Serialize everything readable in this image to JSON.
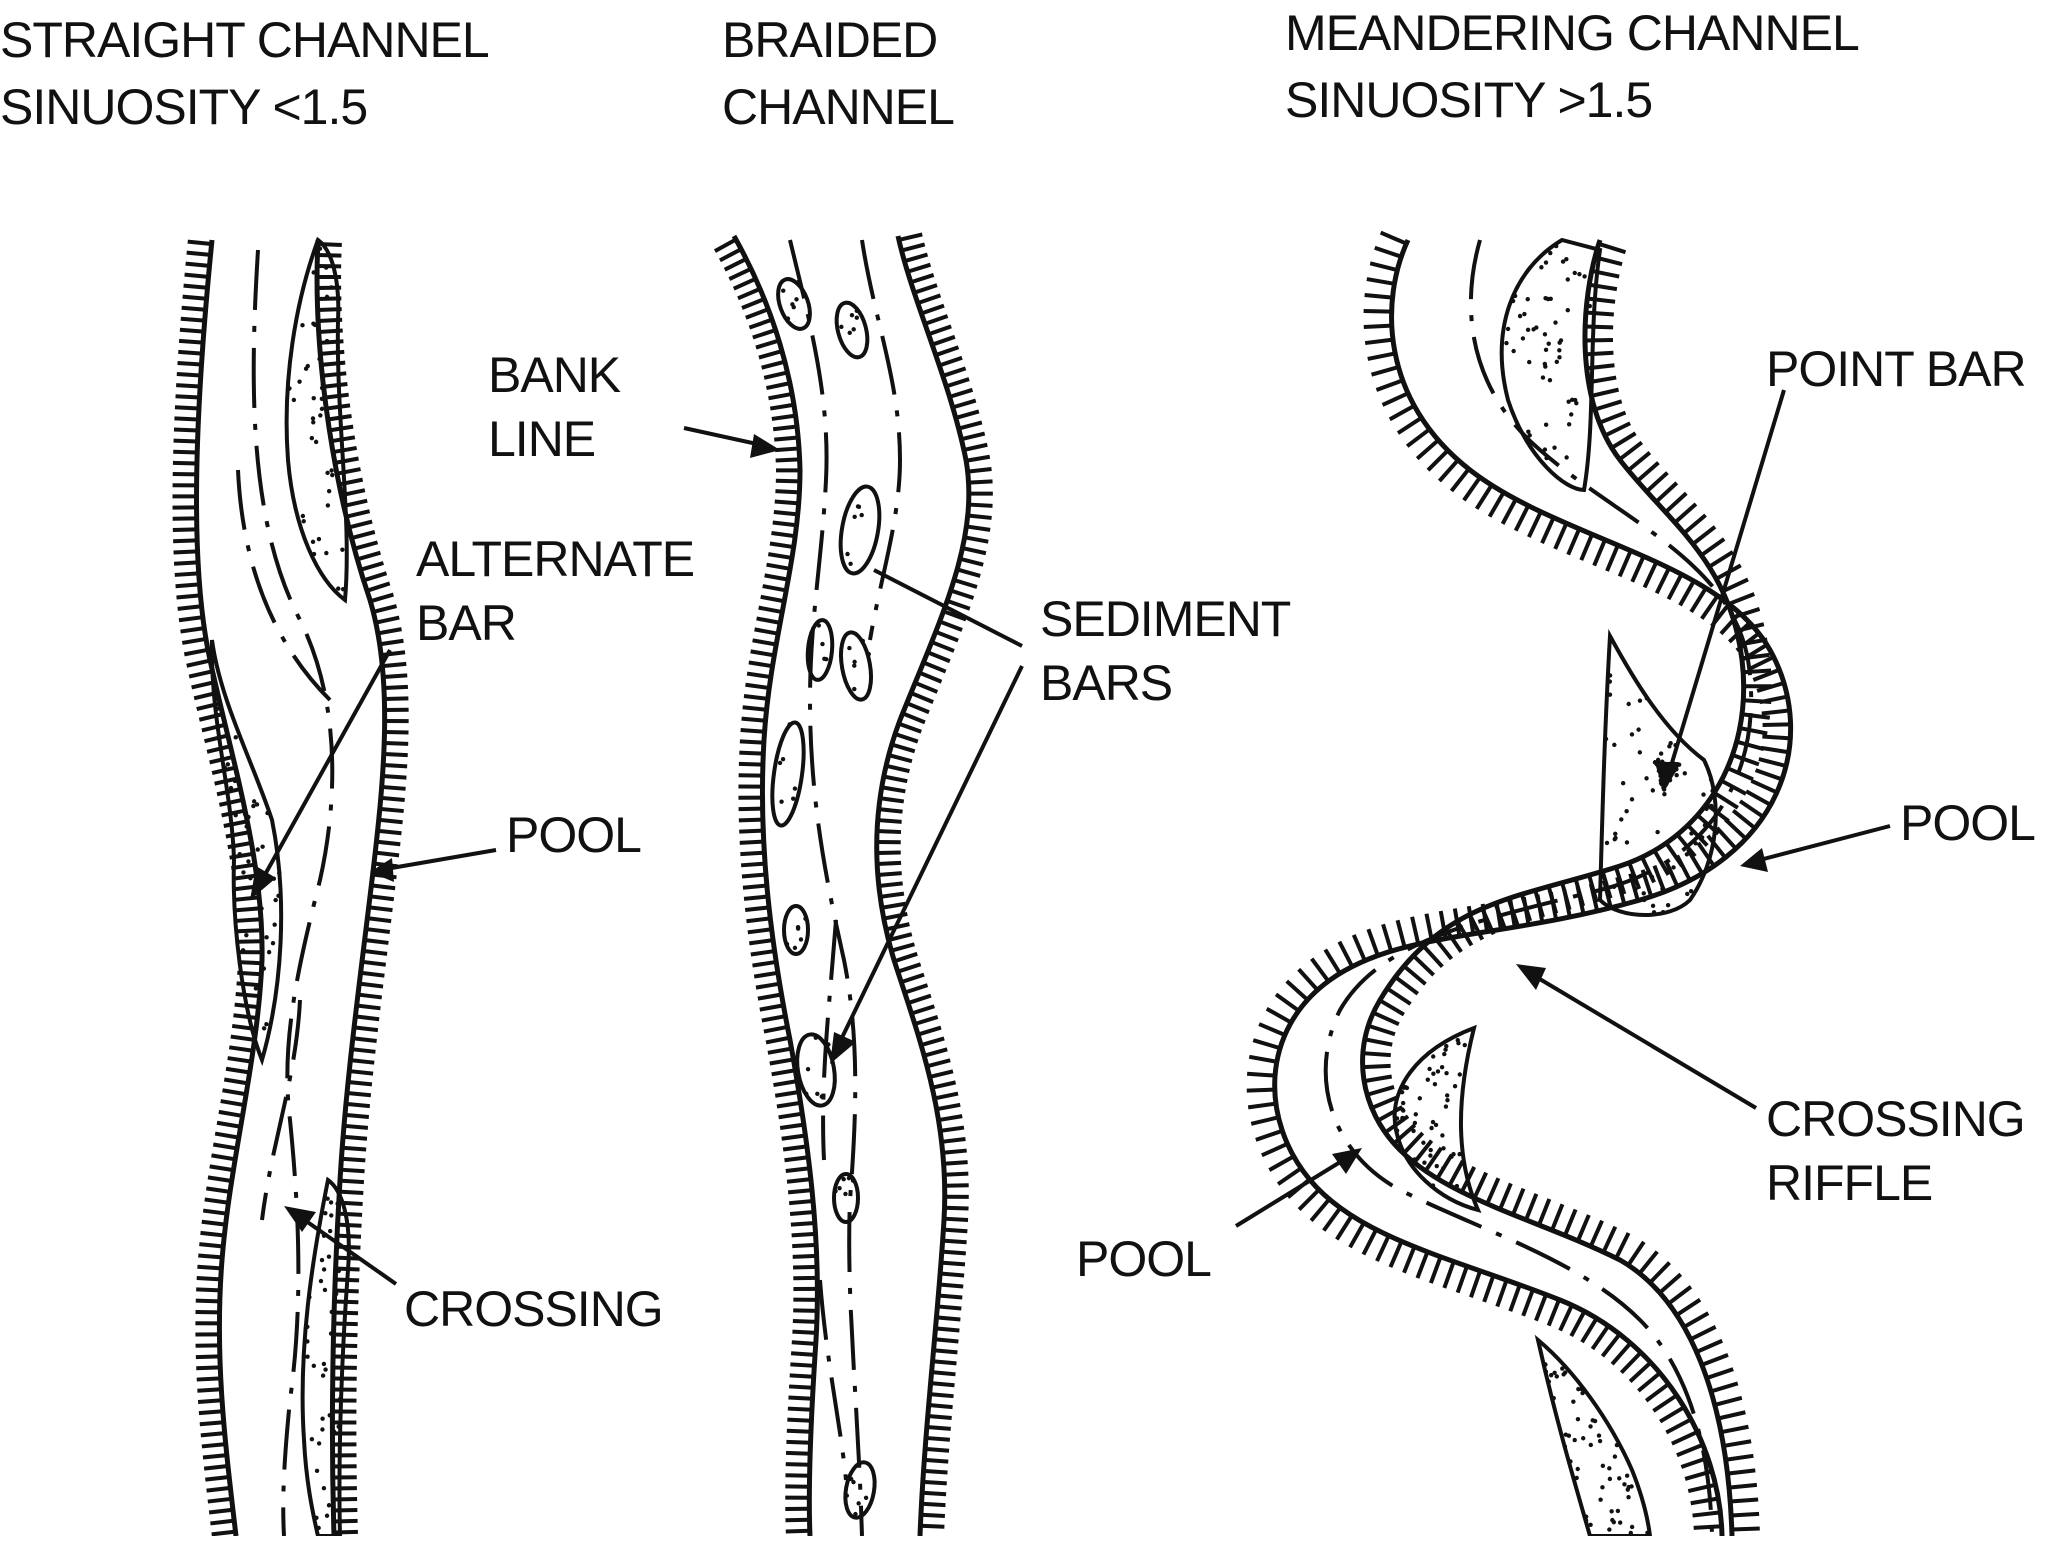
{
  "panels": {
    "straight": {
      "title_line1": "STRAIGHT CHANNEL",
      "title_line2": "SINUOSITY <1.5",
      "labels": {
        "alternate_bar_1": "ALTERNATE",
        "alternate_bar_2": "BAR",
        "pool": "POOL",
        "crossing": "CROSSING"
      }
    },
    "braided": {
      "title_line1": "BRAIDED",
      "title_line2": "CHANNEL",
      "labels": {
        "bank_line_1": "BANK",
        "bank_line_2": "LINE",
        "sediment_bars_1": "SEDIMENT",
        "sediment_bars_2": "BARS"
      }
    },
    "meandering": {
      "title_line1": "MEANDERING CHANNEL",
      "title_line2": "SINUOSITY >1.5",
      "labels": {
        "point_bar": "POINT BAR",
        "pool_right": "POOL",
        "crossing_riffle_1": "CROSSING",
        "crossing_riffle_2": "RIFFLE",
        "pool_left": "POOL"
      }
    }
  },
  "colors": {
    "ink": "#111111",
    "paper": "#ffffff"
  }
}
